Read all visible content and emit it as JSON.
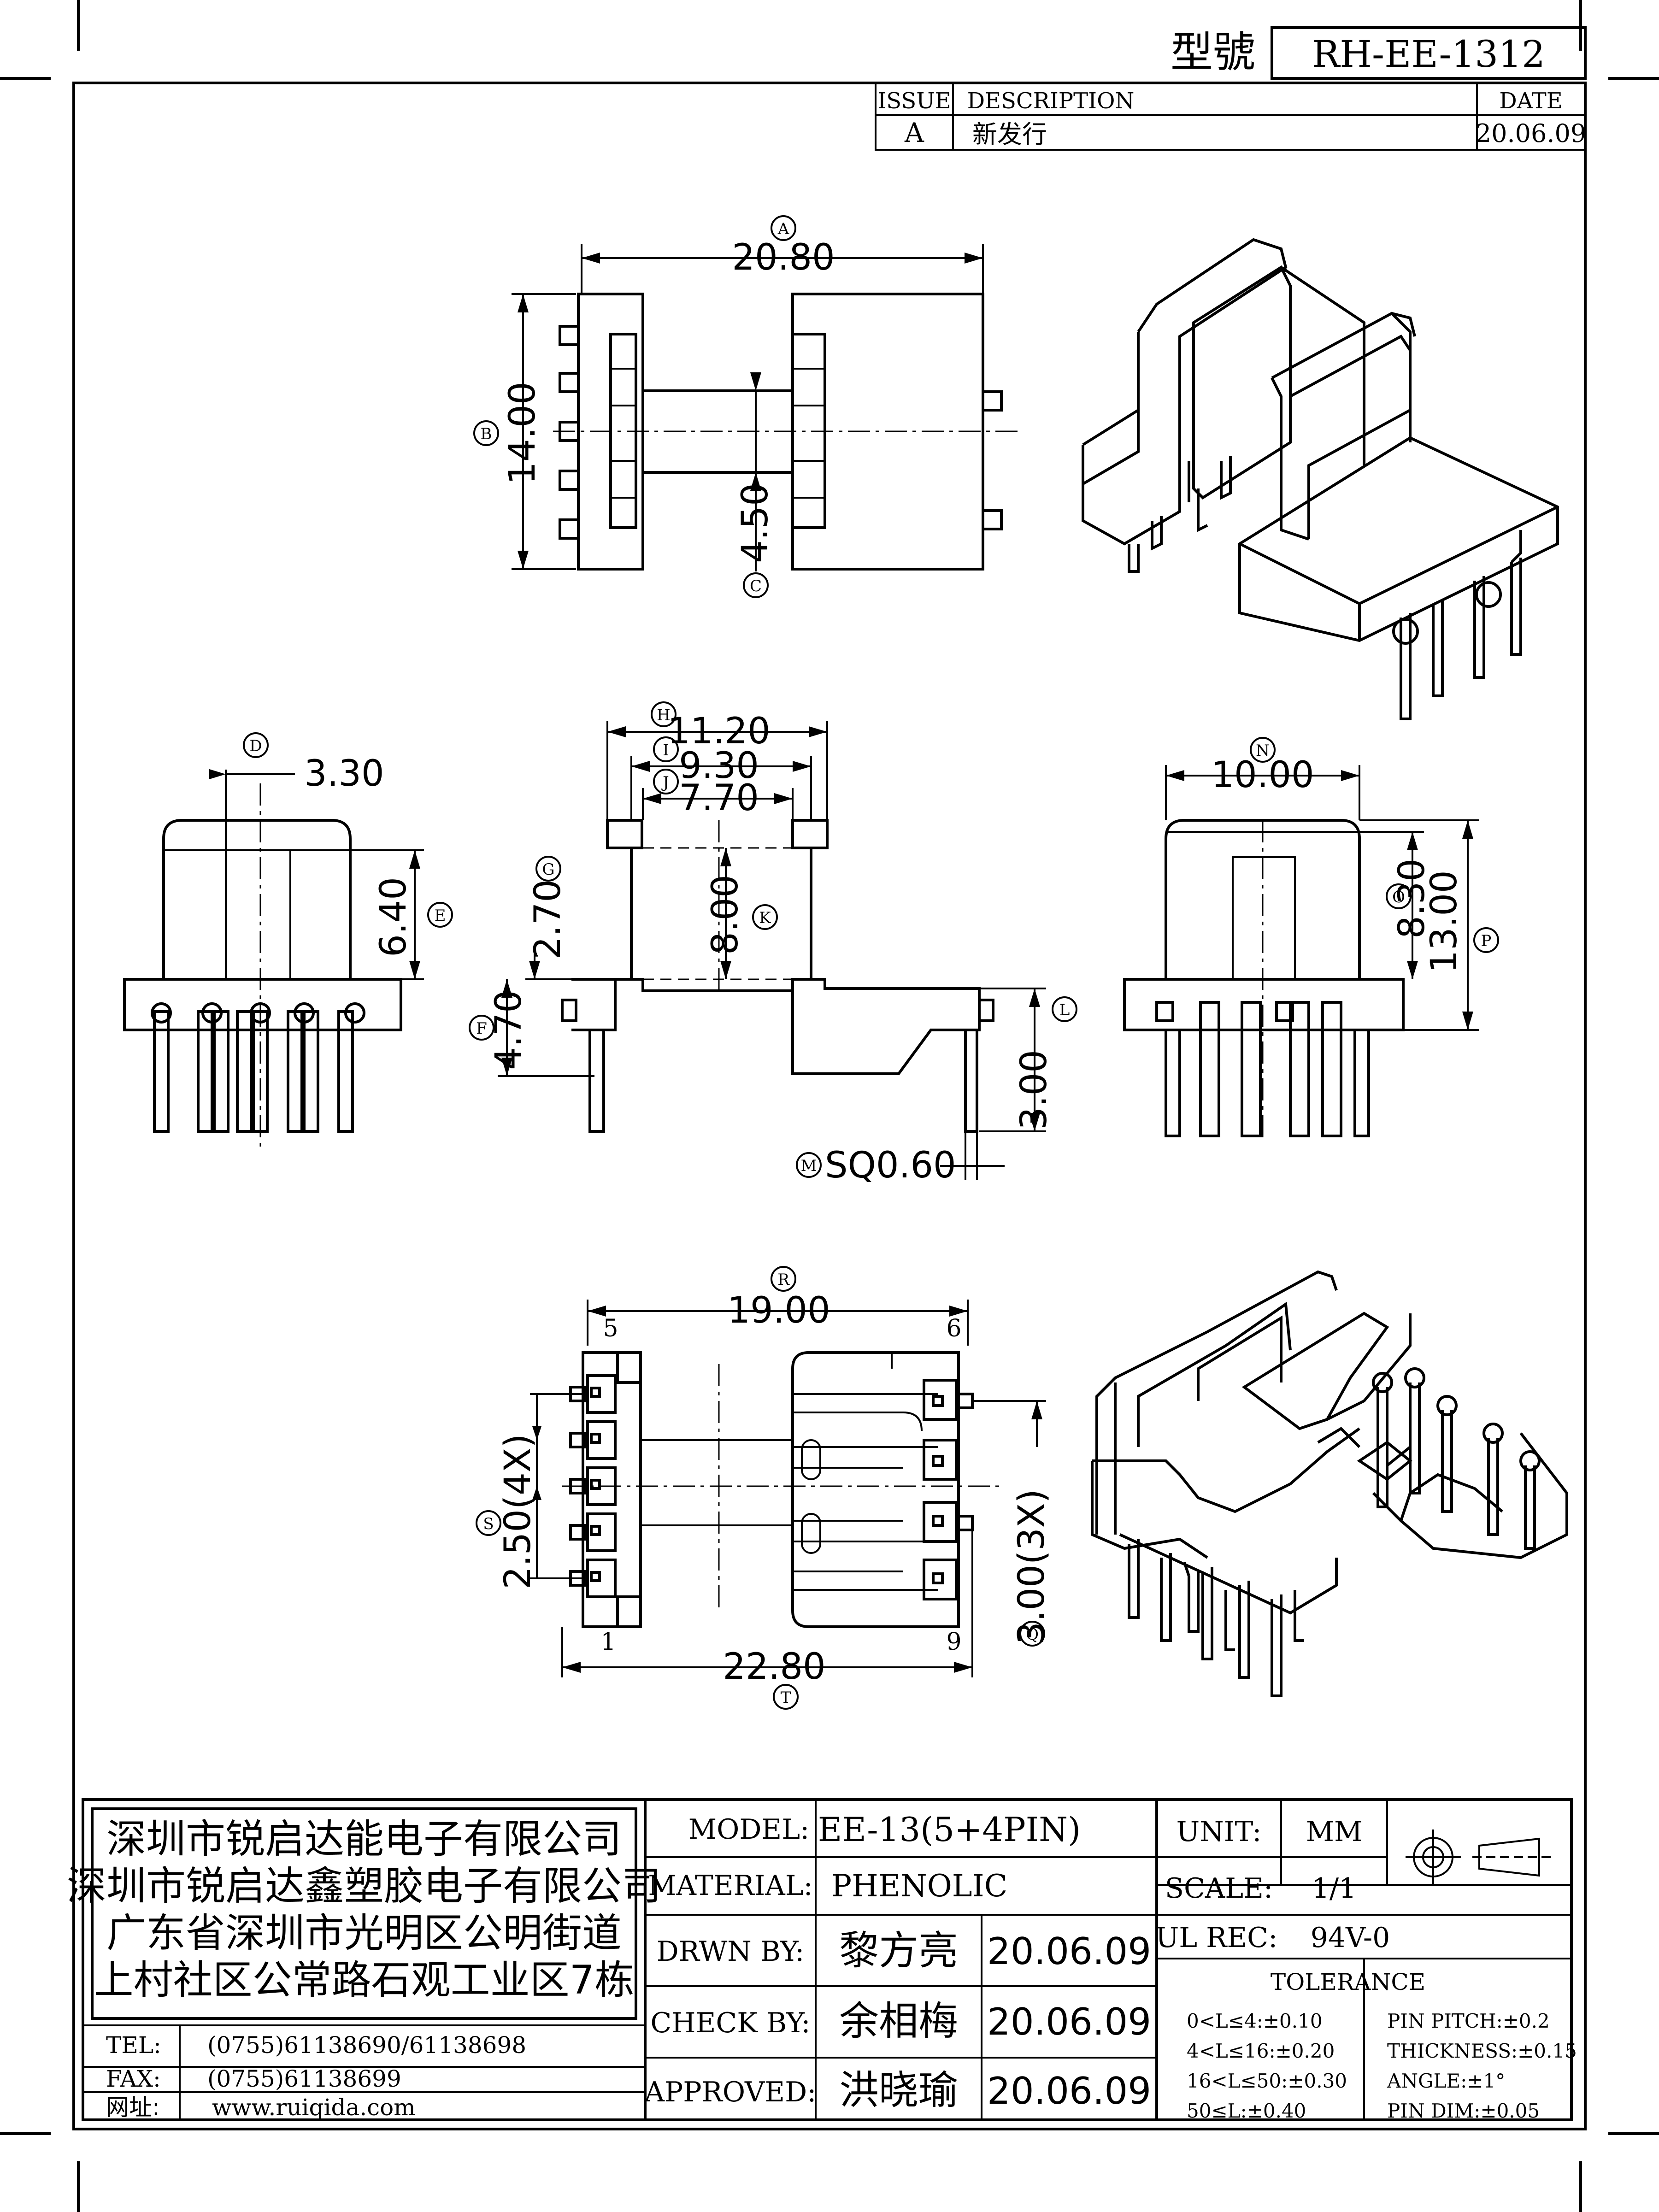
{
  "header": {
    "model_no_label": "型號",
    "model_no": "RH-EE-1312",
    "rev_table": {
      "col_issue": "ISSUE",
      "col_description": "DESCRIPTION",
      "col_date": "DATE",
      "issue": "A",
      "description": "新发行",
      "date": "20.06.09"
    }
  },
  "dims": {
    "A": {
      "tag": "A",
      "value": "20.80"
    },
    "B": {
      "tag": "B",
      "value": "14.00"
    },
    "C": {
      "tag": "C",
      "value": "4.50"
    },
    "D": {
      "tag": "D",
      "value": "3.30"
    },
    "E": {
      "tag": "E",
      "value": "6.40"
    },
    "F": {
      "tag": "F",
      "value": "4.70"
    },
    "G": {
      "tag": "G",
      "value": "2.70"
    },
    "H": {
      "tag": "H",
      "value": "11.20"
    },
    "I": {
      "tag": "I",
      "value": "9.30"
    },
    "J": {
      "tag": "J",
      "value": "7.70"
    },
    "K": {
      "tag": "K",
      "value": "8.00"
    },
    "L": {
      "tag": "L",
      "value": "3.00"
    },
    "M": {
      "tag": "M",
      "value": "SQ0.60"
    },
    "N": {
      "tag": "N",
      "value": "10.00"
    },
    "O": {
      "tag": "O",
      "value": "8.30"
    },
    "P": {
      "tag": "P",
      "value": "13.00"
    },
    "Q": {
      "tag": "Q",
      "value": "3.00(3X)"
    },
    "R": {
      "tag": "R",
      "value": "19.00"
    },
    "S": {
      "tag": "S",
      "value": "2.50(4X)"
    },
    "T": {
      "tag": "T",
      "value": "22.80"
    }
  },
  "pin_labels": {
    "p5": "5",
    "p6": "6",
    "p1": "1",
    "p9": "9"
  },
  "company": {
    "line1": "深圳市锐启达能电子有限公司",
    "line2": "深圳市锐启达鑫塑胶电子有限公司",
    "line3": "广东省深圳市光明区公明街道",
    "line4": "上村社区公常路石观工业区7栋",
    "tel_label": "TEL:",
    "tel": "(0755)61138690/61138698",
    "fax_label": "FAX:",
    "fax": "(0755)61138699",
    "web_label": "网址:",
    "web": "www.ruiqida.com"
  },
  "title_block": {
    "model_label": "MODEL:",
    "model": "EE-13(5+4PIN)",
    "material_label": "MATERIAL:",
    "material": "PHENOLIC",
    "drawn_label": "DRWN BY:",
    "drawn_by": "黎方亮",
    "drawn_date": "20.06.09",
    "check_label": "CHECK BY:",
    "check_by": "余相梅",
    "check_date": "20.06.09",
    "approved_label": "APPROVED:",
    "approved_by": "洪晓瑜",
    "approved_date": "20.06.09",
    "unit_label": "UNIT:",
    "unit": "MM",
    "scale_label": "SCALE:",
    "scale": "1/1",
    "ul_label": "UL REC:",
    "ul": "94V-0",
    "tolerance_label": "TOLERANCE",
    "tol1": "0<L≤4:±0.10",
    "tol2": "4<L≤16:±0.20",
    "tol3": "16<L≤50:±0.30",
    "tol4": "50≤L:±0.40",
    "pitch": "PIN PITCH:±0.2",
    "thickness": "THICKNESS:±0.15",
    "angle": "ANGLE:±1°",
    "pin_dim": "PIN DIM:±0.05"
  }
}
